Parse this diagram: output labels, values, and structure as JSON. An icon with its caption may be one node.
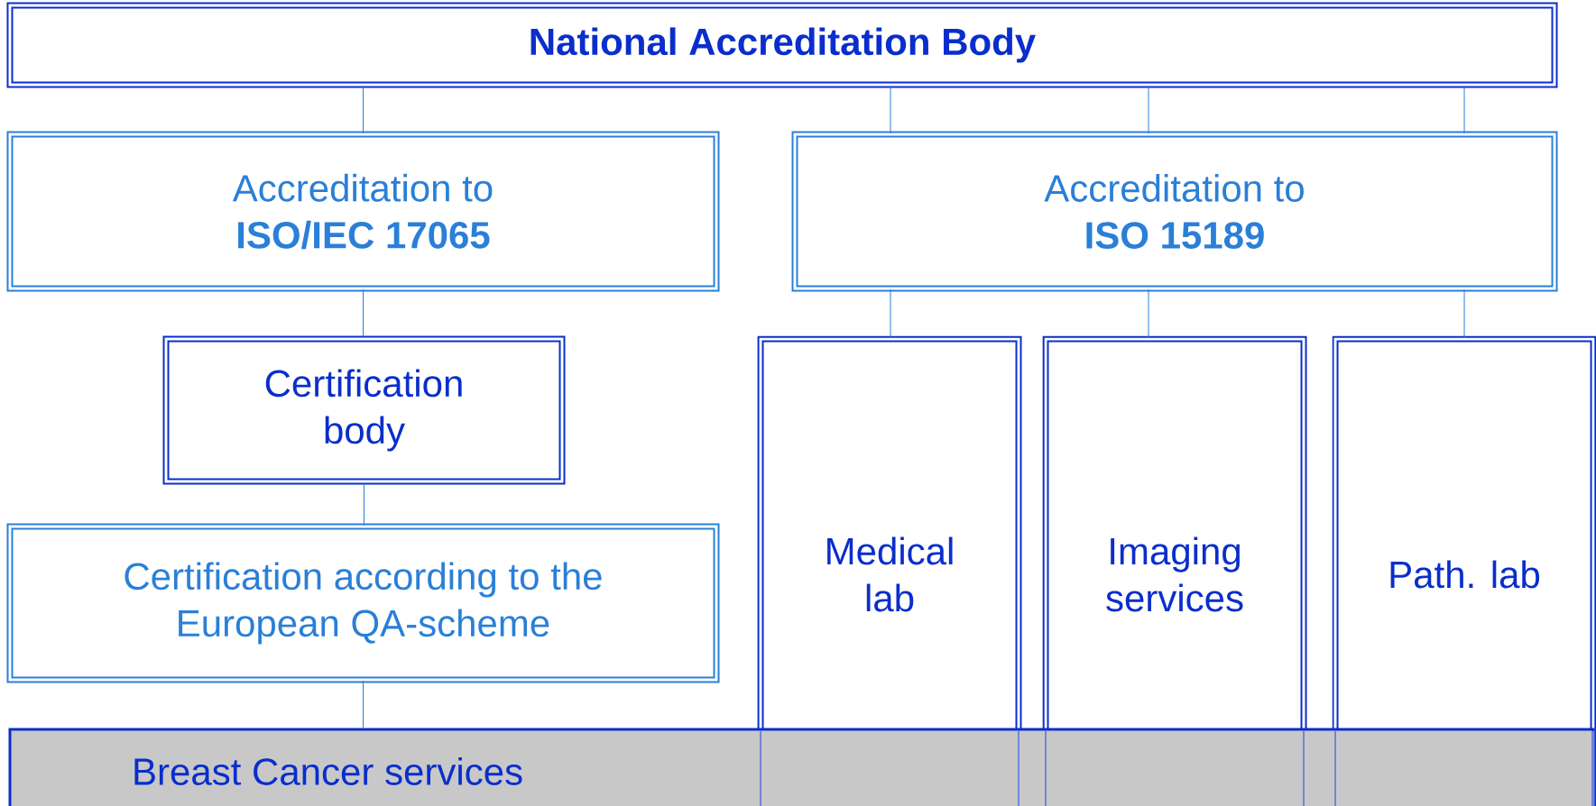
{
  "diagram": {
    "nodes": [
      {
        "text": [
          "National Accreditation Body"
        ]
      },
      {
        "text": [
          "Accreditation to",
          "ISO/IEC 17065"
        ]
      },
      {
        "text": [
          "Accreditation to",
          "ISO 15189"
        ]
      },
      {
        "text": [
          "Certification body"
        ]
      },
      {
        "text": [
          "Certification according to the European QA-scheme"
        ]
      },
      {
        "text": [
          "Medical lab"
        ]
      },
      {
        "text": [
          "Imaging services"
        ]
      },
      {
        "text": [
          "Path. lab"
        ]
      },
      {
        "text": [
          "Breast Cancer services"
        ]
      }
    ],
    "edges": [
      {
        "from": 0,
        "to": 1,
        "arrow": "none"
      },
      {
        "from": 1,
        "to": 3,
        "arrow": "none"
      },
      {
        "from": 3,
        "to": 4,
        "arrow": "none"
      },
      {
        "from": 4,
        "to": 8,
        "arrow": "none"
      },
      {
        "from": 0,
        "to": 2,
        "arrow": "none"
      },
      {
        "from": 0,
        "to": 2,
        "arrow": "none"
      },
      {
        "from": 0,
        "to": 2,
        "arrow": "none"
      },
      {
        "from": 2,
        "to": 5,
        "arrow": "none"
      },
      {
        "from": 2,
        "to": 6,
        "arrow": "none"
      },
      {
        "from": 2,
        "to": 7,
        "arrow": "none"
      }
    ]
  }
}
